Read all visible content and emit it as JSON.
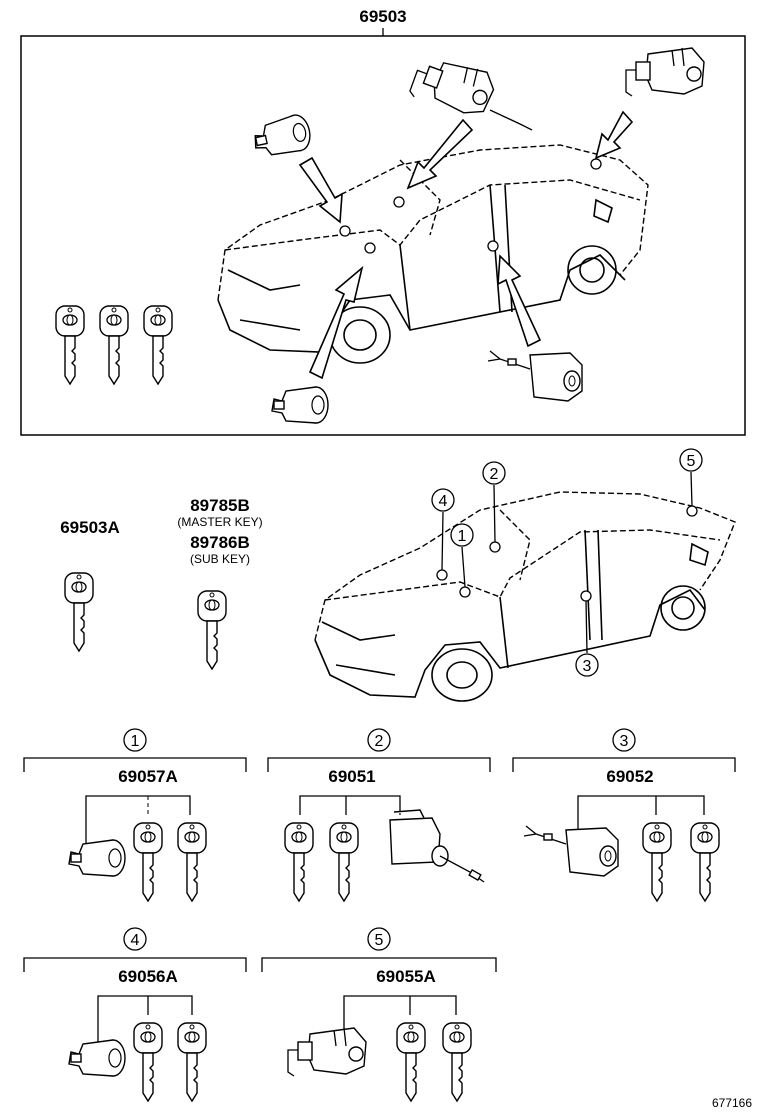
{
  "top_assembly": {
    "part_number": "69503"
  },
  "key_blank": {
    "part_number": "69503A"
  },
  "master_key": {
    "part_number": "89785B",
    "note": "(MASTER KEY)"
  },
  "sub_key": {
    "part_number": "89786B",
    "note": "(SUB KEY)"
  },
  "locations": [
    {
      "index": "1"
    },
    {
      "index": "2"
    },
    {
      "index": "3"
    },
    {
      "index": "4"
    },
    {
      "index": "5"
    }
  ],
  "kits": [
    {
      "index": "1",
      "part_number": "69057A"
    },
    {
      "index": "2",
      "part_number": "69051"
    },
    {
      "index": "3",
      "part_number": "69052"
    },
    {
      "index": "4",
      "part_number": "69056A"
    },
    {
      "index": "5",
      "part_number": "69055A"
    }
  ],
  "catalog_number": "677166"
}
